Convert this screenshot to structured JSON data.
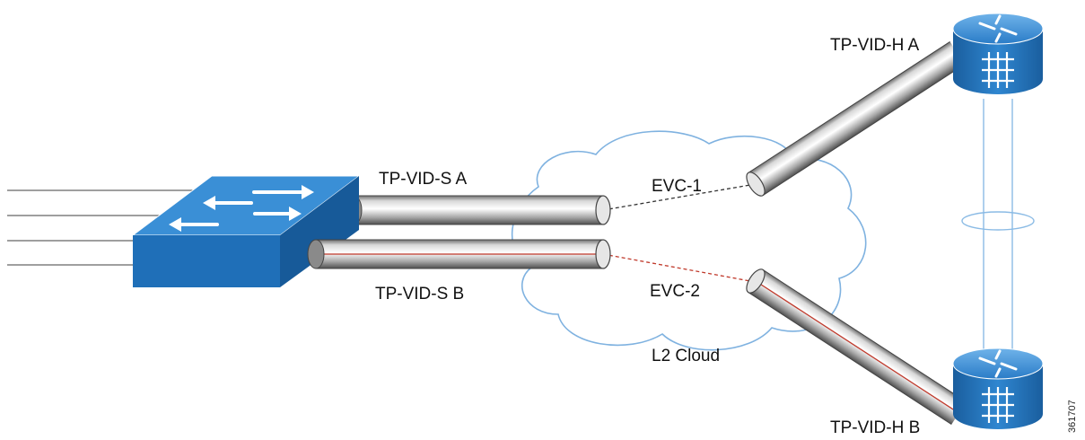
{
  "labels": {
    "tp_vid_s_a": "TP-VID-S A",
    "tp_vid_s_b": "TP-VID-S B",
    "evc_1": "EVC-1",
    "evc_2": "EVC-2",
    "l2_cloud": "L2 Cloud",
    "tp_vid_h_a": "TP-VID-H A",
    "tp_vid_h_b": "TP-VID-H B"
  },
  "figure_number": "361707",
  "icons": {
    "switch": "layer2-switch-icon",
    "router_a": "router-icon",
    "router_b": "router-icon",
    "cloud": "cloud-icon"
  },
  "colors": {
    "device_blue": "#1f6fb8",
    "device_light": "#3a8fd6",
    "cloud_outline": "#7fb2e0",
    "evc_1_link": "#333333",
    "evc_2_link": "#c0392b"
  }
}
